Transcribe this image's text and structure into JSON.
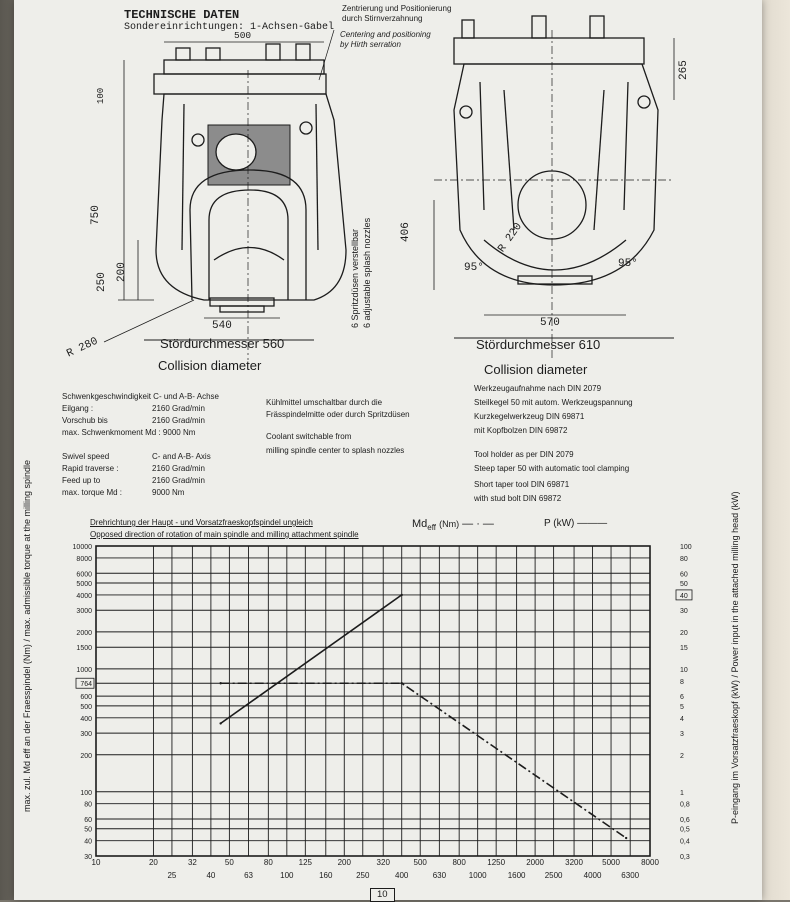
{
  "header": {
    "title": "TECHNISCHE DATEN",
    "subtitle": "Sondereinrichtungen: 1-Achsen-Gabel",
    "centering_de": [
      "Zentrierung und Positionierung",
      "durch Stirnverzahnung"
    ],
    "centering_en": [
      "Centering and positioning",
      "by Hirth serration"
    ]
  },
  "drawing_left": {
    "dims": {
      "width_top": "500",
      "h100": "100",
      "h750": "750",
      "h250": "250",
      "h200": "200",
      "w540": "540",
      "r280": "R 280"
    },
    "collision_label_de": "Stördurchmesser 560",
    "collision_label_en": "Collision diameter",
    "nozzle_de": "6 Spritzdüsen verstellbar",
    "nozzle_en": "6 adjustable splash nozzles"
  },
  "drawing_right": {
    "dims": {
      "h265": "265",
      "h406": "406",
      "r220": "R 220",
      "a95l": "95°",
      "a95r": "95°",
      "w570": "570"
    },
    "collision_label_de": "Stördurchmesser 610",
    "collision_label_en": "Collision diameter"
  },
  "specs_de": {
    "heading": "Schwenkgeschwindigkeit C- und A-B- Achse",
    "rows": [
      {
        "label": "Eilgang :",
        "value": "2160 Grad/min"
      },
      {
        "label": "Vorschub bis",
        "value": "2160 Grad/min"
      },
      {
        "label": "max. Schwenkmoment Md : 9000 Nm",
        "value": ""
      }
    ]
  },
  "specs_en": {
    "heading": "Swivel speed",
    "heading_value": "C- and A-B- Axis",
    "rows": [
      {
        "label": "Rapid traverse :",
        "value": "2160 Grad/min"
      },
      {
        "label": "Feed up to",
        "value": "2160 Grad/min"
      },
      {
        "label": "max. torque Md :",
        "value": "9000 Nm"
      }
    ]
  },
  "coolant": {
    "de": [
      "Kühlmittel umschaltbar durch die",
      "Frässpindelmitte oder durch Spritzdüsen"
    ],
    "en": [
      "Coolant switchable from",
      "milling spindle center to splash nozzles"
    ]
  },
  "toolholder": {
    "de": [
      "Werkzeugaufnahme nach DIN  2079",
      "Steilkegel 50 mit autom. Werkzeugspannung",
      "Kurzkegelwerkzeug DIN  69871",
      "mit Kopfbolzen  DIN  69872"
    ],
    "en": [
      "Tool holder as per DIN  2079",
      "Steep taper 50 with automatic tool clamping",
      "Short taper tool DIN  69871",
      "with stud bolt DIN  69872"
    ]
  },
  "chart_notes": {
    "rotation_de": "Drehrichtung der Haupt - und Vorsatzfraeskopfspindel ungleich",
    "rotation_en": "Opposed direction of rotation of main spindle and milling attachment spindle",
    "legend_md": "Md",
    "legend_md_sub": "eff",
    "legend_md_unit": "(Nm)",
    "legend_p": "P  (kW)"
  },
  "chart_data": {
    "type": "line",
    "title": "",
    "xscale": "log",
    "yscale": "log",
    "xlim": [
      10,
      8000
    ],
    "ylim": [
      30,
      10000
    ],
    "y2lim": [
      0.3,
      100
    ],
    "xlabel": "",
    "ylabel": "max. zul. Md eff an der Fraesspindel (Nm) / max. admissible torque at the milling spindle",
    "y2label": "P-eingang im Vorsatzfraeskopf (kW) / Power input in the attached milling head (kW)",
    "x_ticks_top": [
      "10",
      "20",
      "32",
      "50",
      "80",
      "125",
      "200",
      "320",
      "500",
      "800",
      "1250",
      "2000",
      "3200",
      "5000",
      "8000"
    ],
    "x_ticks_bottom": [
      "25",
      "40",
      "63",
      "100",
      "160",
      "250",
      "400",
      "630",
      "1000",
      "1600",
      "2500",
      "4000",
      "6300"
    ],
    "y_ticks": [
      "10000",
      "8000",
      "6000",
      "5000",
      "4000",
      "3000",
      "2000",
      "1500",
      "1000",
      "764",
      "600",
      "500",
      "400",
      "300",
      "200",
      "100",
      "80",
      "60",
      "50",
      "40",
      "30"
    ],
    "y_highlight": "764",
    "y2_ticks": [
      "100",
      "80",
      "60",
      "50",
      "40",
      "30",
      "20",
      "15",
      "10",
      "8",
      "6",
      "5",
      "4",
      "3",
      "2",
      "1",
      "0,8",
      "0,6",
      "0,5",
      "0,4",
      "0,3"
    ],
    "y2_highlight": "40",
    "series": [
      {
        "name": "Md eff (Nm)",
        "style": "dash-dot",
        "x": [
          45,
          400,
          6000
        ],
        "y": [
          764,
          764,
          42
        ]
      },
      {
        "name": "P (kW)",
        "style": "solid",
        "x": [
          45,
          400
        ],
        "y": [
          3.6,
          40
        ]
      }
    ]
  },
  "footer": {
    "page": "10"
  }
}
